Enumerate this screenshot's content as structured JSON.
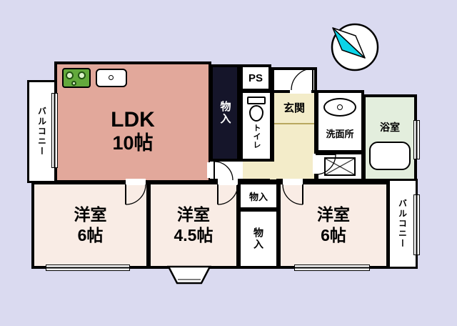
{
  "colors": {
    "background": "#dadaf0",
    "wall": "#000000",
    "ldk_fill": "#e2a89b",
    "bedroom_fill": "#f9ece5",
    "genkan_fill": "#f3ecc9",
    "bathroom_fill": "#e3eedd",
    "closet_dark_fill": "#15152a",
    "compass_accent": "#0bd4e8",
    "stove_green": "#63a93c"
  },
  "rooms": {
    "balcony_left": {
      "label": "バルコニー"
    },
    "ldk": {
      "label": "LDK",
      "size": "10帖"
    },
    "closet_ldk": {
      "label": "物入"
    },
    "ps": {
      "label": "PS"
    },
    "toilet": {
      "label": "トイレ"
    },
    "genkan": {
      "label": "玄関"
    },
    "washroom": {
      "label": "洗面所"
    },
    "bathroom": {
      "label": "浴室"
    },
    "closet_upper": {
      "label": "物入"
    },
    "closet_lower": {
      "label": "物入"
    },
    "bedroom_left": {
      "label": "洋室",
      "size": "6帖"
    },
    "bedroom_center": {
      "label": "洋室",
      "size": "4.5帖"
    },
    "bedroom_right": {
      "label": "洋室",
      "size": "6帖"
    },
    "balcony_right": {
      "label": "バルコニー"
    }
  },
  "icons": {
    "compass": "north-arrow-icon",
    "stove": "stove-icon",
    "kitchen_sink": "kitchen-sink-icon",
    "toilet": "toilet-icon",
    "washbasin": "washbasin-icon",
    "washer_pan": "washer-pan-icon",
    "bathtub": "bathtub-icon"
  }
}
